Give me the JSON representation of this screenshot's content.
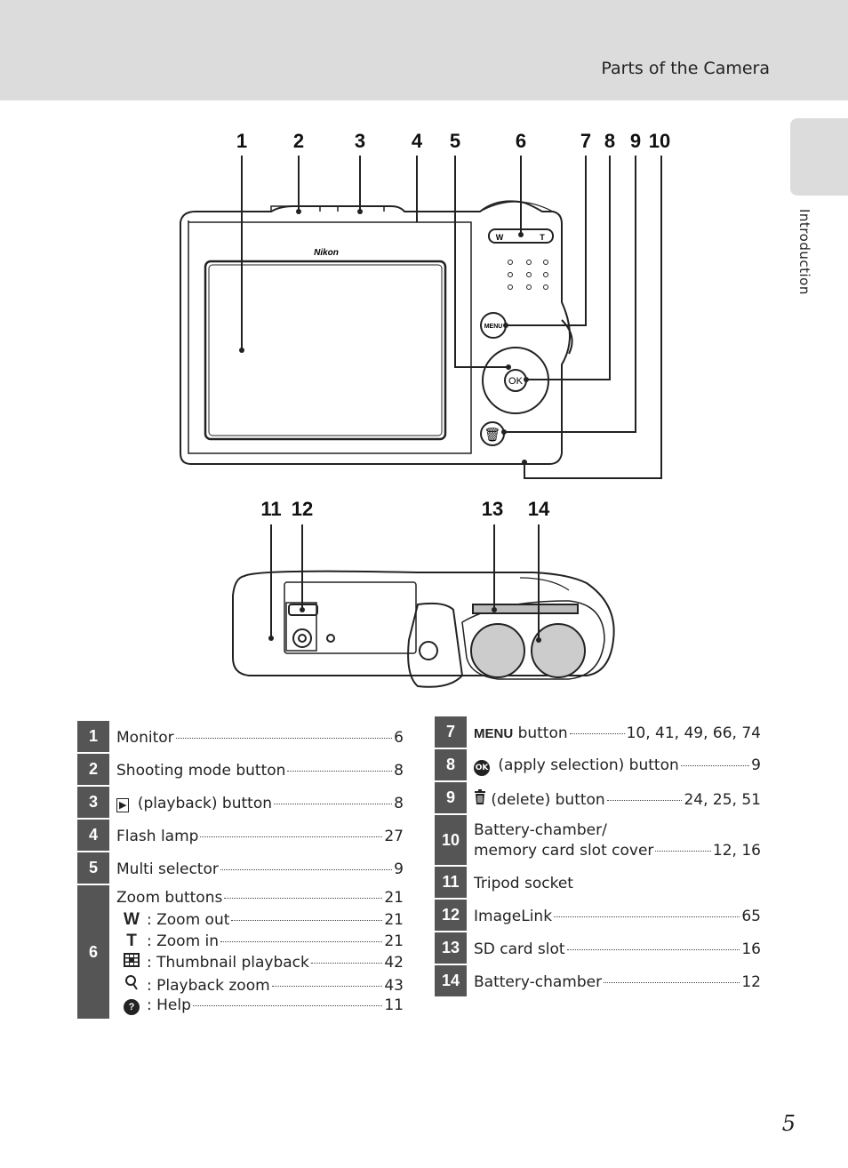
{
  "header": {
    "title": "Parts of the Camera"
  },
  "side_tab": {
    "label": "Introduction"
  },
  "page_number": "5",
  "diagram": {
    "top_callouts": [
      "1",
      "2",
      "3",
      "4",
      "5",
      "6",
      "7",
      "8",
      "9",
      "10"
    ],
    "bottom_callouts": [
      "11",
      "12",
      "13",
      "14"
    ],
    "camera_brand": "Nikon",
    "button_labels": {
      "menu": "MENU",
      "ok": "OK",
      "zoom_w": "W",
      "zoom_t": "T"
    }
  },
  "table_left": [
    {
      "num": "1",
      "label": "Monitor",
      "page": "6"
    },
    {
      "num": "2",
      "label": "Shooting mode button",
      "page": "8"
    },
    {
      "num": "3",
      "icon": "▶",
      "label": " (playback) button",
      "page": "8"
    },
    {
      "num": "4",
      "label": "Flash lamp",
      "page": "27"
    },
    {
      "num": "5",
      "label": "Multi selector",
      "page": "9"
    },
    {
      "num": "6",
      "label": "Zoom buttons",
      "page": "21",
      "sub": [
        {
          "icon": "W",
          "label": ": Zoom out",
          "page": "21"
        },
        {
          "icon": "T",
          "label": ": Zoom in",
          "page": "21"
        },
        {
          "icon": "thumbnail-icon",
          "label": ": Thumbnail playback",
          "page": "42"
        },
        {
          "icon": "magnifier-icon",
          "label": ": Playback zoom",
          "page": "43"
        },
        {
          "icon": "help-icon",
          "label": ": Help",
          "page": "11"
        }
      ]
    }
  ],
  "table_right": [
    {
      "num": "7",
      "icon": "MENU",
      "label": " button",
      "page": "10, 41, 49, 66, 74"
    },
    {
      "num": "8",
      "icon": "OK",
      "label": " (apply selection) button",
      "page": "9"
    },
    {
      "num": "9",
      "icon": "trash-icon",
      "label": " (delete) button",
      "page": "24, 25, 51"
    },
    {
      "num": "10",
      "label": "Battery-chamber/",
      "label2": "memory card slot cover",
      "page": "12, 16"
    },
    {
      "num": "11",
      "label": "Tripod socket",
      "page": ""
    },
    {
      "num": "12",
      "label": "ImageLink",
      "page": "65"
    },
    {
      "num": "13",
      "label": "SD card slot",
      "page": "16"
    },
    {
      "num": "14",
      "label": "Battery-chamber",
      "page": "12"
    }
  ],
  "colors": {
    "header_bg": "#dcdcdc",
    "num_cell_bg": "#555555"
  }
}
